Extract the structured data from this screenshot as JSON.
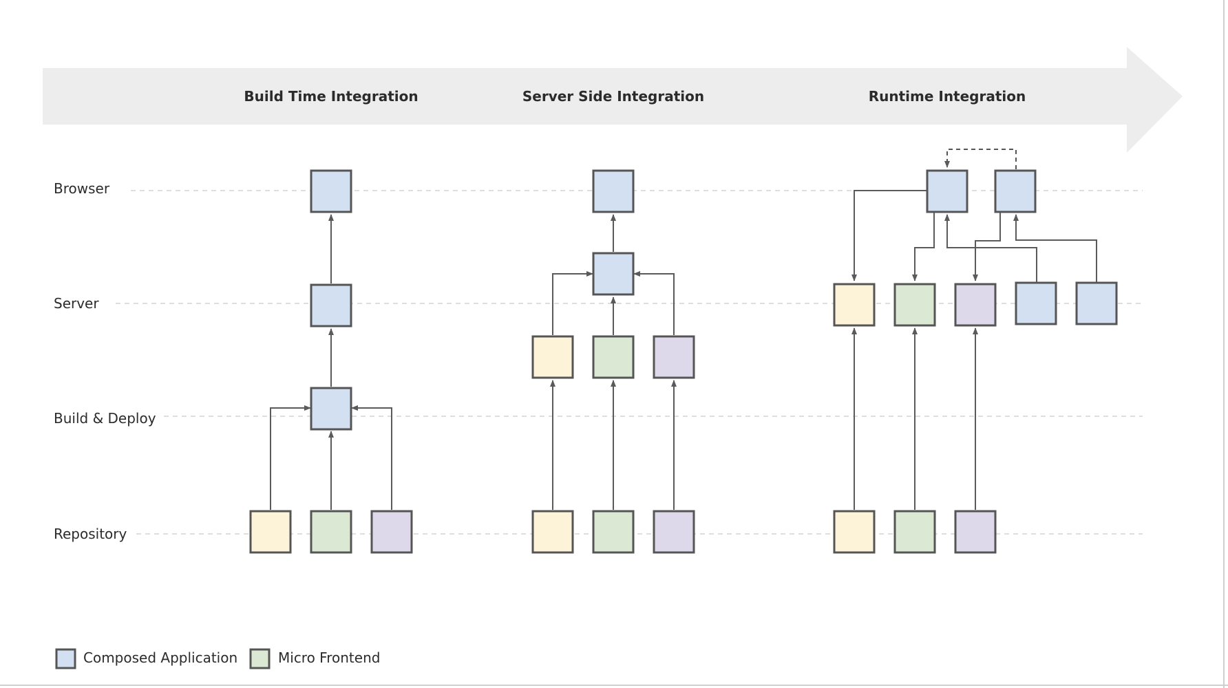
{
  "stages": {
    "build_time": "Build Time Integration",
    "server_side": "Server Side Integration",
    "runtime": "Runtime Integration"
  },
  "rows": {
    "browser": "Browser",
    "server": "Server",
    "build_deploy": "Build & Deploy",
    "repository": "Repository"
  },
  "legend": {
    "composed": "Composed Application",
    "micro_frontend": "Micro Frontend"
  },
  "colors": {
    "composed": "#d3e0f1",
    "micro_yellow": "#fcf3d8",
    "micro_green": "#dbe9d4",
    "micro_purple": "#ddd8ea",
    "arrow_band": "#ededed",
    "border": "#555555"
  }
}
